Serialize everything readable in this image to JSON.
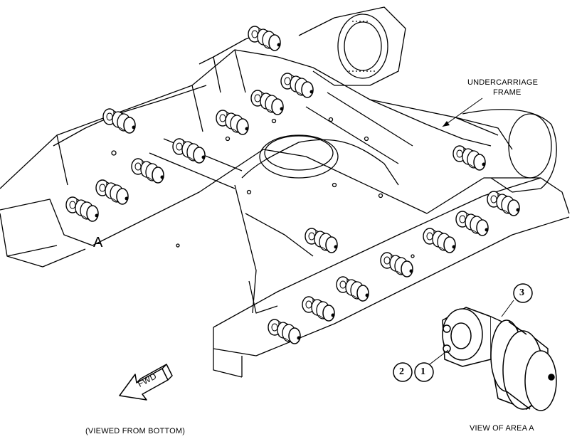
{
  "labels": {
    "undercarriage_line1": "UNDERCARRIAGE",
    "undercarriage_line2": "FRAME",
    "area_letter": "A",
    "fwd": "FWD",
    "viewed_from_bottom": "(VIEWED FROM BOTTOM)",
    "view_of_area": "VIEW OF AREA A"
  },
  "callouts": [
    "1",
    "2",
    "3"
  ],
  "icons": [
    "track-roller-icon",
    "fwd-arrow-icon"
  ]
}
